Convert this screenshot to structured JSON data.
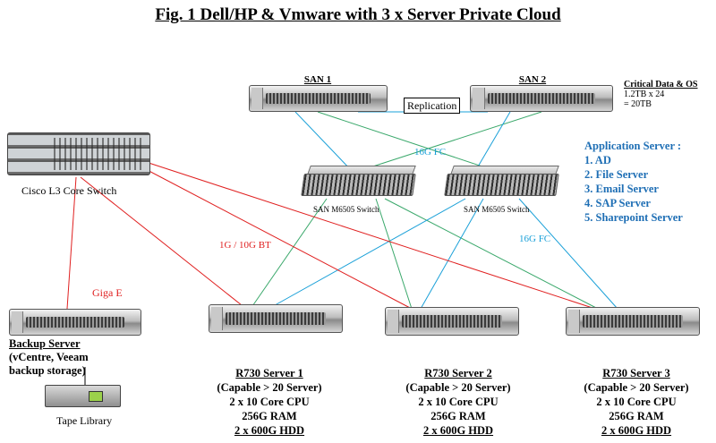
{
  "title": "Fig. 1 Dell/HP & Vmware with 3 x Server Private Cloud",
  "san1": {
    "label": "SAN 1"
  },
  "san2": {
    "label": "SAN 2"
  },
  "replication_label": "Replication",
  "critical_data": [
    "Critical Data & OS",
    "1.2TB x 24",
    "= 20TB"
  ],
  "core_switch_label": "Cisco L3 Core Switch",
  "san_switch_1_label": "SAN M6505 Switch",
  "san_switch_2_label": "SAN M6505 Switch",
  "link_labels": {
    "fc_top": "16G FC",
    "fc_right": "16G FC",
    "bt": "1G / 10G BT",
    "gigae": "Giga E"
  },
  "app_server": {
    "heading": "Application Server :",
    "items": [
      "1. AD",
      "2. File Server",
      "3. Email Server",
      "4. SAP Server",
      "5. Sharepoint Server"
    ]
  },
  "backup_server": {
    "name": "Backup Server",
    "desc": [
      "(vCentre, Veeam",
      "backup storage)"
    ]
  },
  "tape_library_label": "Tape Library",
  "servers": [
    {
      "name": "R730 Server 1",
      "capacity": "(Capable > 20 Server)",
      "cpu": "2 x 10 Core CPU",
      "ram": "256G RAM",
      "hdd": "2 x 600G HDD"
    },
    {
      "name": "R730 Server 2",
      "capacity": "(Capable > 20 Server)",
      "cpu": "2 x 10 Core CPU",
      "ram": "256G RAM",
      "hdd": "2 x 600G HDD"
    },
    {
      "name": "R730 Server 3",
      "capacity": "(Capable > 20 Server)",
      "cpu": "2 x 10 Core CPU",
      "ram": "256G RAM",
      "hdd": "2 x 600G HDD"
    }
  ],
  "colors": {
    "ethernet_link": "#e02020",
    "fc_link_cyan": "#1aa0d8",
    "fc_link_green": "#3aa86b",
    "app_server_text": "#1f6fb5"
  }
}
